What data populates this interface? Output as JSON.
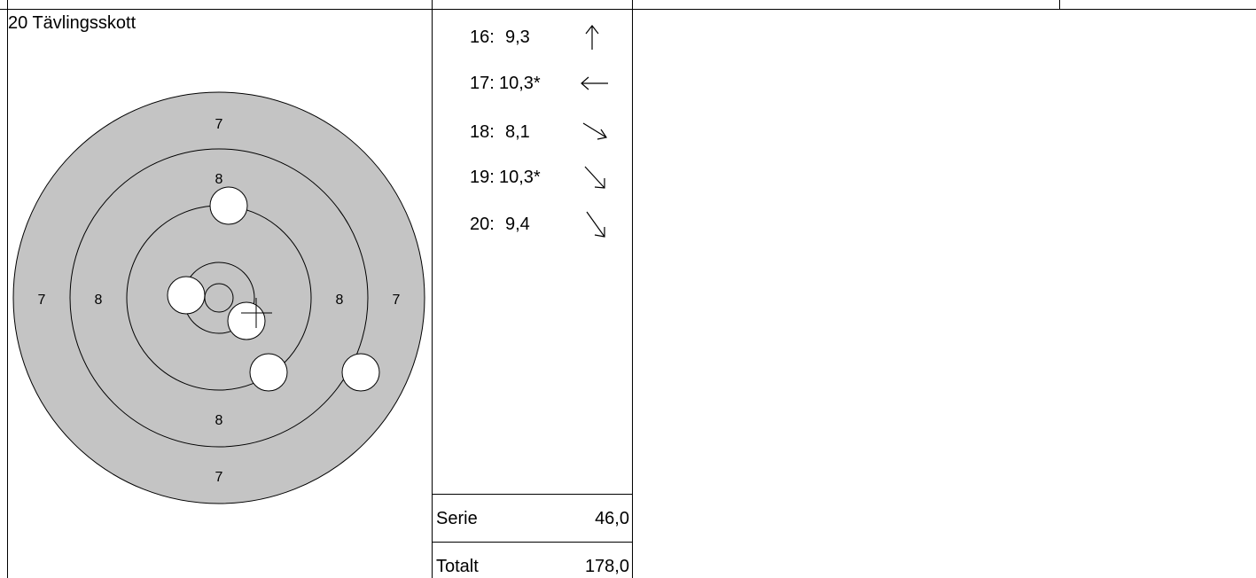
{
  "title": "20 Tävlingsskott",
  "shots": [
    {
      "num": "16:",
      "score": "9,3",
      "direction": "up"
    },
    {
      "num": "17:",
      "score": "10,3*",
      "direction": "left"
    },
    {
      "num": "18:",
      "score": "8,1",
      "direction": "down-right"
    },
    {
      "num": "19:",
      "score": "10,3*",
      "direction": "down-right"
    },
    {
      "num": "20:",
      "score": "9,4",
      "direction": "down-right"
    }
  ],
  "summary": {
    "serie_label": "Serie",
    "serie_value": "46,0",
    "total_label": "Totalt",
    "total_value": "178,0"
  },
  "target": {
    "ring_labels": {
      "top_outer": "7",
      "top_inner": "8",
      "left_outer": "7",
      "left_inner": "8",
      "right_inner": "8",
      "right_outer": "7",
      "bottom_inner": "8",
      "bottom_outer": "7"
    },
    "colors": {
      "outer_fill": "#c4c4c4",
      "shot_fill": "#ffffff",
      "line": "#000000"
    }
  }
}
